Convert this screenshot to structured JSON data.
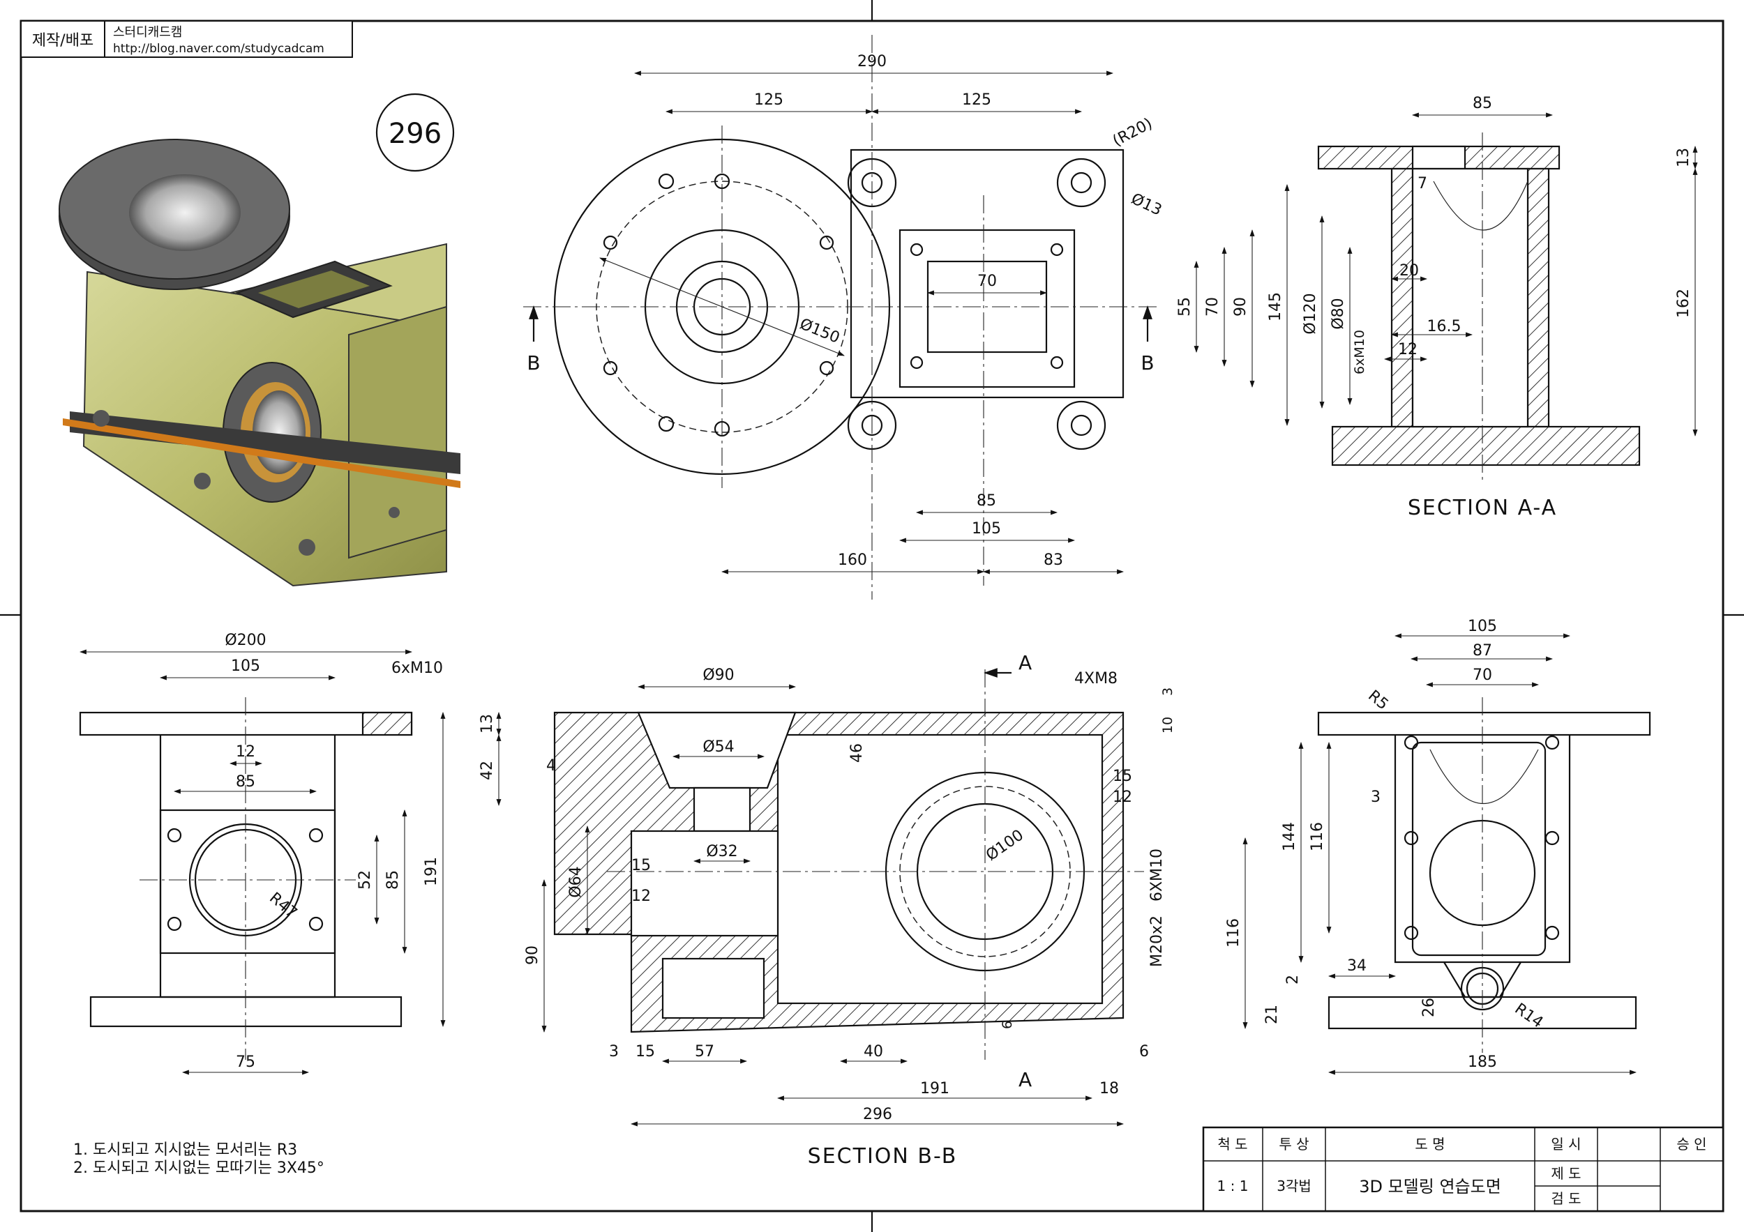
{
  "title_block_left": {
    "label": "제작/배포",
    "name": "스터디캐드캠",
    "url": "http://blog.naver.com/studycadcam"
  },
  "drawing_number": "296",
  "sections": {
    "aa": "SECTION A-A",
    "bb": "SECTION B-B"
  },
  "markers": {
    "b": "B",
    "a": "A"
  },
  "notes": [
    "1. 도시되고 지시없는 모서리는 R3",
    "2.  도시되고 지시없는 모따기는 3X45°"
  ],
  "title_block": {
    "scale_label": "척  도",
    "projection_label": "투  상",
    "name_label": "도      명",
    "date_label": "일  시",
    "approve_label": "승  인",
    "scale": "1 : 1",
    "projection": "3각법",
    "name": "3D 모델링 연습도면",
    "drawn_label": "제  도",
    "checked_label": "검  도"
  },
  "dims": {
    "top": [
      "290",
      "125",
      "125",
      "(R20)",
      "Ø13",
      "70",
      "55",
      "70",
      "90",
      "145",
      "Ø150",
      "85",
      "105",
      "160",
      "83"
    ],
    "aa": [
      "85",
      "13",
      "7",
      "20",
      "16.5",
      "12",
      "Ø120",
      "Ø80",
      "6xM10",
      "162"
    ],
    "front": [
      "Ø200",
      "105",
      "6xM10",
      "12",
      "85",
      "R47",
      "52",
      "85",
      "191",
      "75"
    ],
    "bb": [
      "Ø90",
      "4XM8",
      "3",
      "10",
      "13",
      "42",
      "4",
      "Ø54",
      "46",
      "15",
      "12",
      "Ø32",
      "Ø64",
      "15",
      "12",
      "Ø100",
      "6XM10",
      "M20x2",
      "90",
      "6",
      "3",
      "15",
      "57",
      "40",
      "6",
      "191",
      "18",
      "296"
    ],
    "side": [
      "105",
      "87",
      "70",
      "R5",
      "3",
      "144",
      "116",
      "116",
      "34",
      "2",
      "21",
      "26",
      "R14",
      "185"
    ]
  }
}
